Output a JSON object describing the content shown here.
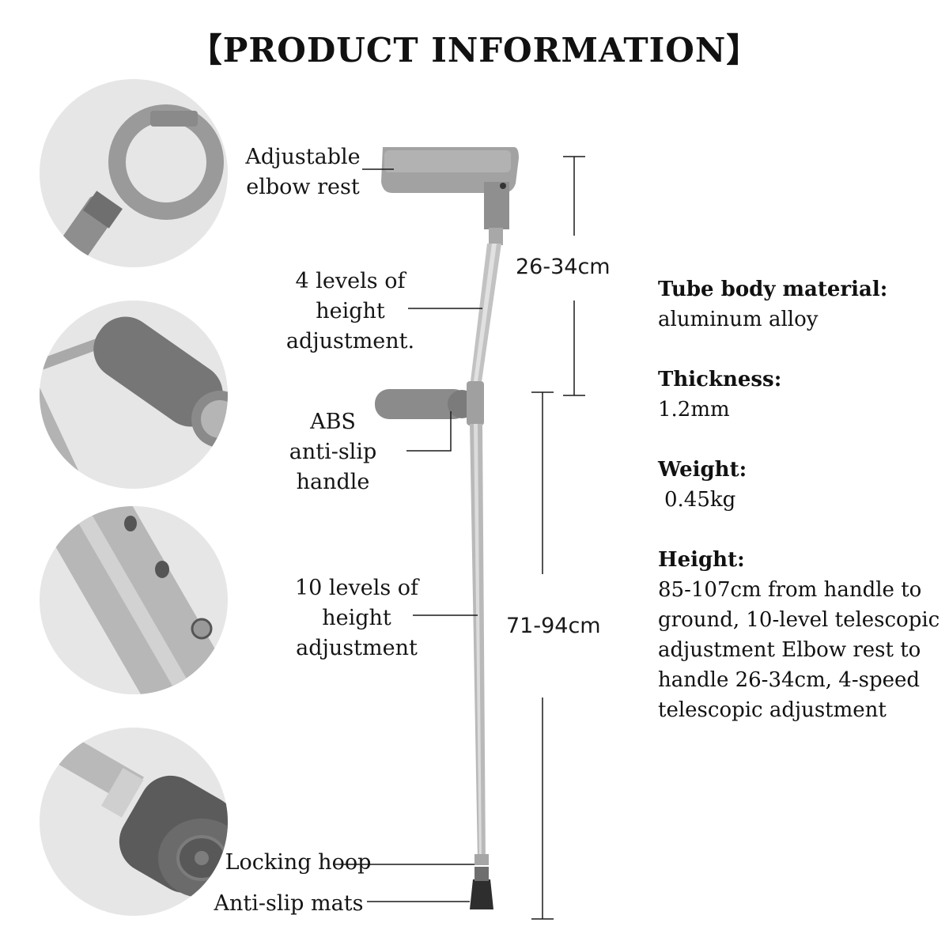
{
  "title": "【PRODUCT INFORMATION】",
  "labels": {
    "elbow_rest": "Adjustable elbow rest",
    "upper_levels": "4 levels of height adjustment.",
    "handle": "ABS anti-slip handle",
    "lower_levels": "10 levels of height adjustment",
    "locking_hoop": "Locking hoop",
    "anti_slip_mats": "Anti-slip mats"
  },
  "dimensions": {
    "upper": "26-34cm",
    "lower": "71-94cm"
  },
  "specs": [
    {
      "heading": "Tube body material:",
      "value": "aluminum alloy"
    },
    {
      "heading": "Thickness:",
      "value": "1.2mm"
    },
    {
      "heading": "Weight:",
      "value": "0.45kg"
    },
    {
      "heading": "Height:",
      "value": "85-107cm from handle to ground, 10-level telescopic adjustment Elbow rest to handle 26-34cm, 4-speed telescopic adjustment"
    }
  ],
  "colors": {
    "background": "#ffffff",
    "circle": "#e6e6e6",
    "aluminum": "#b8b8b8",
    "grip": "#7d7d7d"
  }
}
